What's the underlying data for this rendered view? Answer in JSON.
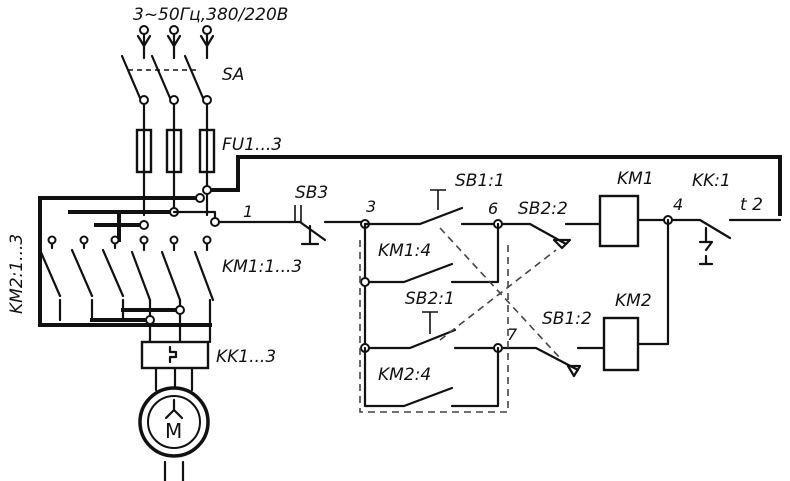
{
  "labels": {
    "supply": "3~50Гц,380/220В",
    "sa": "SA",
    "fu": "FU1...3",
    "km2_main": "KM2:1...3",
    "km1_main": "KM1:1...3",
    "kk_heater": "KK1...3",
    "motor": "M",
    "sb3": "SB3",
    "sb1_1": "SB1:1",
    "sb2_2": "SB2:2",
    "km1_coil": "KM1",
    "kk_1": "KK:1",
    "t": "t",
    "t2": "2",
    "km1_4": "KM1:4",
    "sb2_1": "SB2:1",
    "sb1_2": "SB1:2",
    "km2_coil": "KM2",
    "km2_4": "KM2:4",
    "node_1": "1",
    "node_3": "3",
    "node_6": "6",
    "node_4": "4",
    "node_7": "7"
  }
}
